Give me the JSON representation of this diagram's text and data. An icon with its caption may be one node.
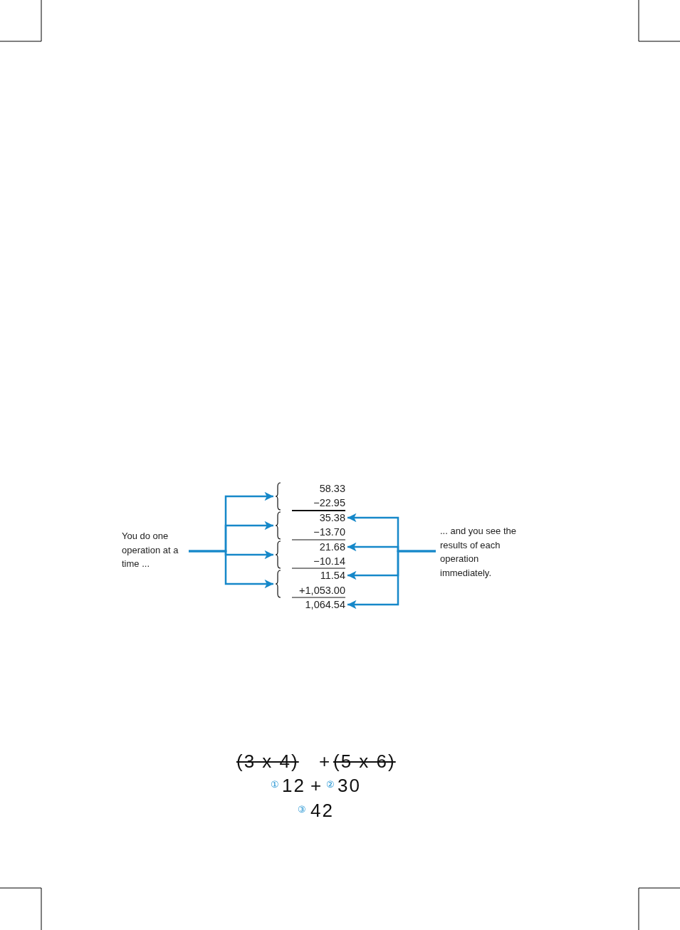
{
  "diagram": {
    "nodes": [
      {
        "text": [
          "You do one operation at a time ..."
        ]
      },
      {
        "text": [],
        "shape": "brace"
      },
      {
        "text": [],
        "shape": "brace"
      },
      {
        "text": [],
        "shape": "brace"
      },
      {
        "text": [],
        "shape": "brace"
      },
      {
        "text": [
          "35.38"
        ]
      },
      {
        "text": [
          "21.68"
        ]
      },
      {
        "text": [
          "11.54"
        ]
      },
      {
        "text": [
          "1,064.54"
        ]
      },
      {
        "text": [
          "... and you see the results of each operation immediately."
        ]
      }
    ],
    "edges": [
      {
        "from": 0,
        "to": 1,
        "arrow": "to"
      },
      {
        "from": 0,
        "to": 2,
        "arrow": "to"
      },
      {
        "from": 0,
        "to": 3,
        "arrow": "to"
      },
      {
        "from": 0,
        "to": 4,
        "arrow": "to"
      },
      {
        "from": 9,
        "to": 5,
        "arrow": "to"
      },
      {
        "from": 9,
        "to": 6,
        "arrow": "to"
      },
      {
        "from": 9,
        "to": 7,
        "arrow": "to"
      },
      {
        "from": 9,
        "to": 8,
        "arrow": "to"
      }
    ],
    "labels": [
      "58.33",
      "−22.95",
      "−13.70",
      "−10.14",
      "+1,053.00",
      "(3 x 4)",
      "+",
      "(5 x 6)",
      "①",
      "12",
      "+",
      "②",
      "30",
      "③",
      "42"
    ]
  }
}
